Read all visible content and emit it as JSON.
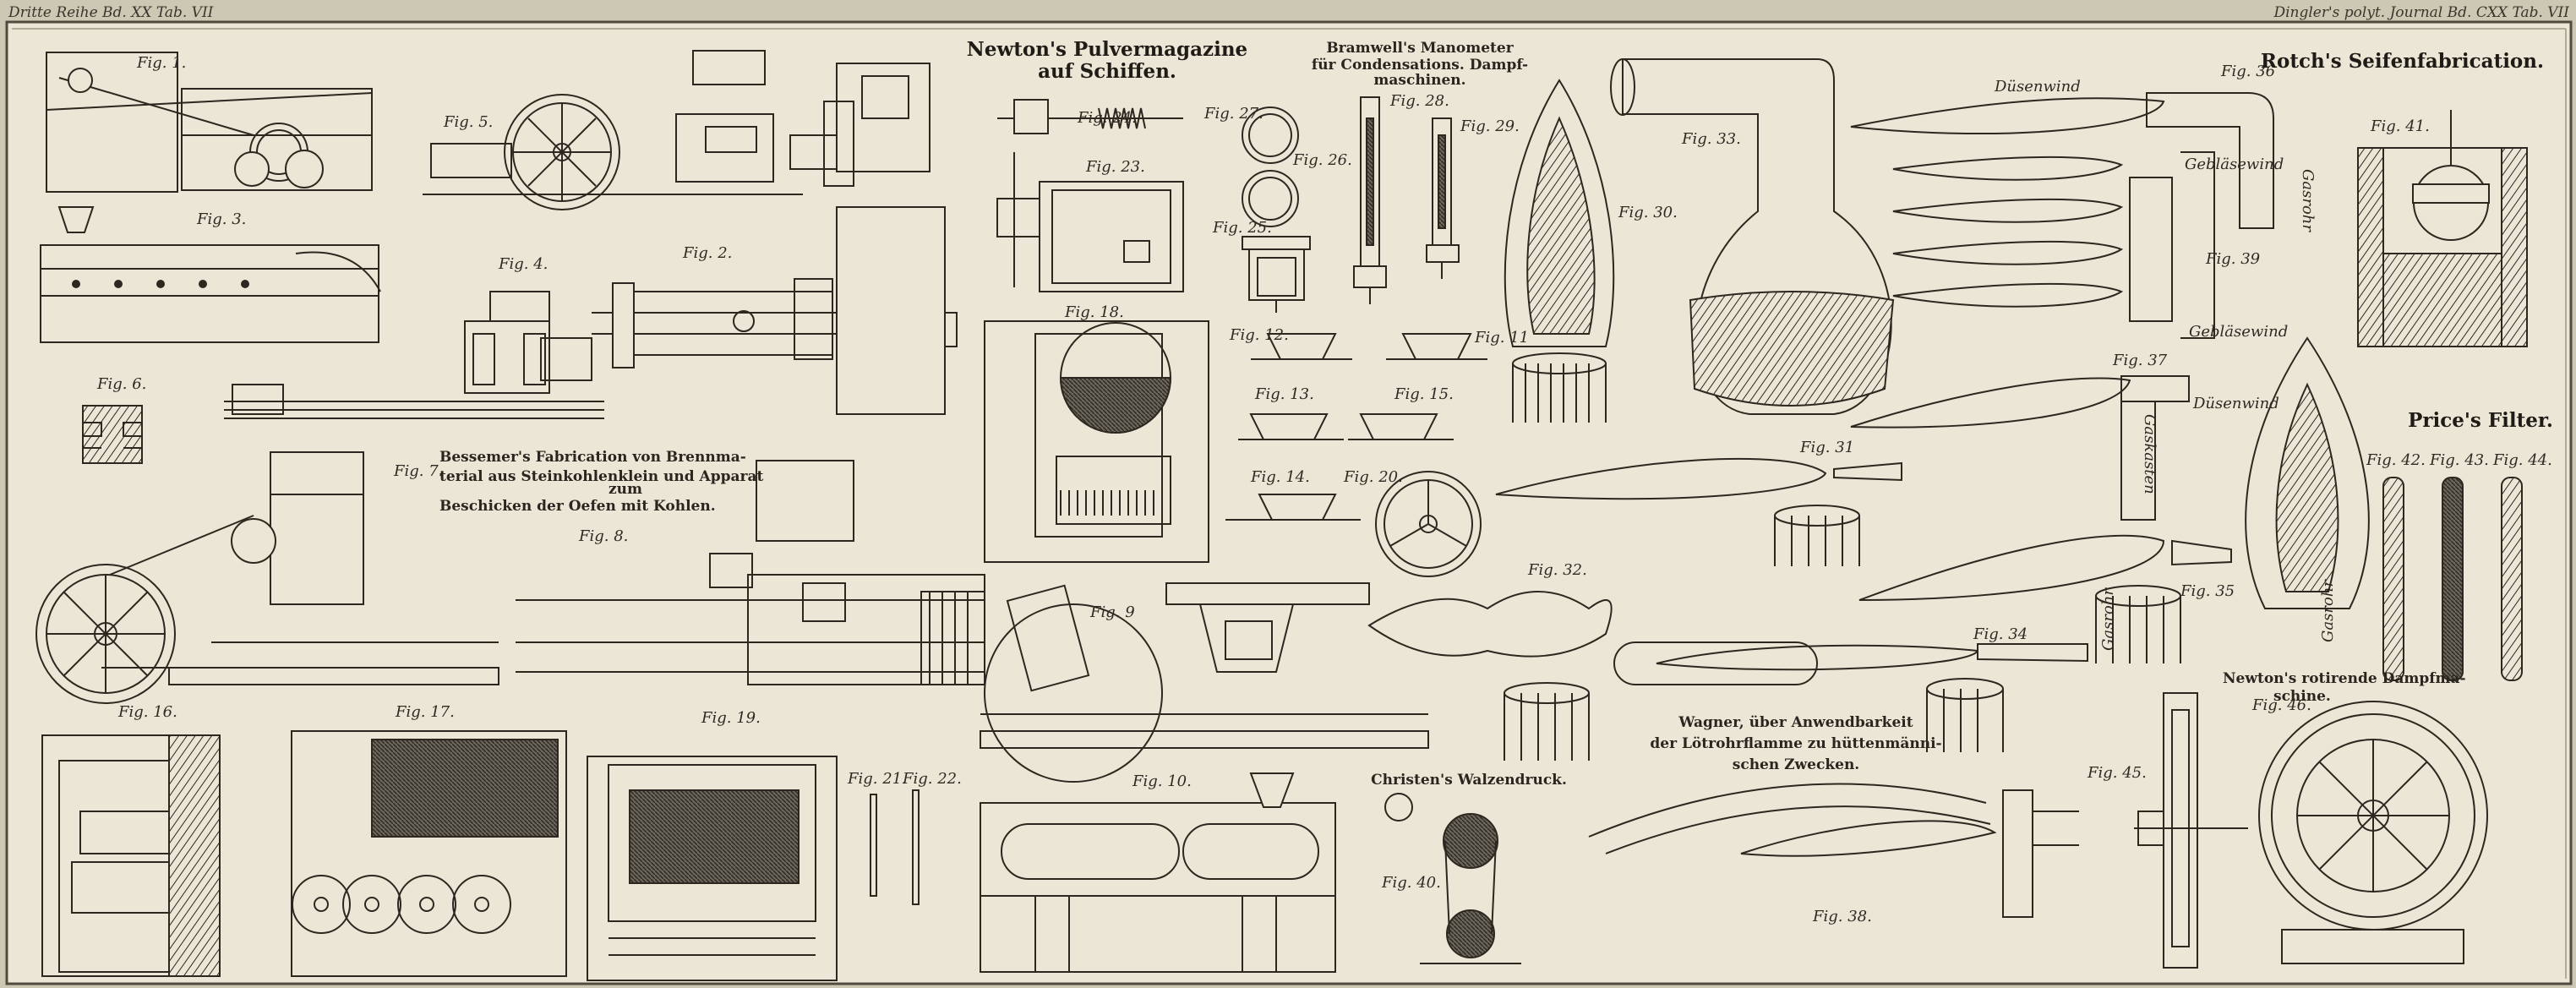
{
  "header": {
    "left": "Dritte Reihe Bd. XX Tab. VII",
    "right": "Dingler's polyt. Journal Bd. CXX Tab. VII"
  },
  "titles": {
    "newton_pulver": [
      "Newton's Pulvermagazine",
      "auf Schiffen."
    ],
    "bramwell": [
      "Bramwell's Manometer",
      "für Condensations. Dampf-",
      "maschinen."
    ],
    "rotch": "Rotch's Seifenfabrication.",
    "price": "Price's Filter.",
    "bessemer": [
      "Bessemer's Fabrication von Brennma-",
      "terial aus Steinkohlenklein und Apparat",
      "zum",
      "Beschicken der Oefen mit Kohlen."
    ],
    "newton_dampf": [
      "Newton's rotirende Dampfma-",
      "schine."
    ],
    "wagner": [
      "Wagner, über Anwendbarkeit",
      "der Lötrohrflamme zu hüttenmänni-",
      "schen Zwecken."
    ],
    "christen": "Christen's Walzendruck."
  },
  "figures": {
    "f1": "Fig. 1.",
    "f2": "Fig. 2.",
    "f3": "Fig. 3.",
    "f4": "Fig. 4.",
    "f5": "Fig. 5.",
    "f6": "Fig. 6.",
    "f7": "Fig. 7.",
    "f8": "Fig. 8.",
    "f9": "Fig. 9",
    "f10": "Fig. 10.",
    "f11": "Fig. 11",
    "f12": "Fig. 12.",
    "f13": "Fig. 13.",
    "f14": "Fig. 14.",
    "f15": "Fig. 15.",
    "f16": "Fig. 16.",
    "f17": "Fig. 17.",
    "f18": "Fig. 18.",
    "f19": "Fig. 19.",
    "f20": "Fig. 20.",
    "f21": "Fig. 21.",
    "f22": "Fig. 22.",
    "f23": "Fig. 23.",
    "f24": "Fig. 24.",
    "f25": "Fig. 25.",
    "f26": "Fig. 26.",
    "f27": "Fig. 27.",
    "f28": "Fig. 28.",
    "f29": "Fig. 29.",
    "f30": "Fig. 30.",
    "f31": "Fig. 31",
    "f32": "Fig. 32.",
    "f33": "Fig. 33.",
    "f34": "Fig. 34",
    "f35": "Fig. 35",
    "f36": "Fig. 36",
    "f37": "Fig. 37",
    "f38": "Fig. 38.",
    "f39": "Fig. 39",
    "f40": "Fig. 40.",
    "f41": "Fig. 41.",
    "f42": "Fig. 42.",
    "f43": "Fig. 43.",
    "f44": "Fig. 44.",
    "f45": "Fig. 45.",
    "f46": "Fig. 46."
  },
  "labels": {
    "duesenwind": "Düsenwind",
    "geblaesewind": "Gebläsewind",
    "gasrohr": "Gasrohr",
    "gaskasten": "Gaskasten"
  },
  "colors": {
    "paper": "#ebe6d6",
    "ink": "#2c2820",
    "margin": "#cdc8b3"
  }
}
